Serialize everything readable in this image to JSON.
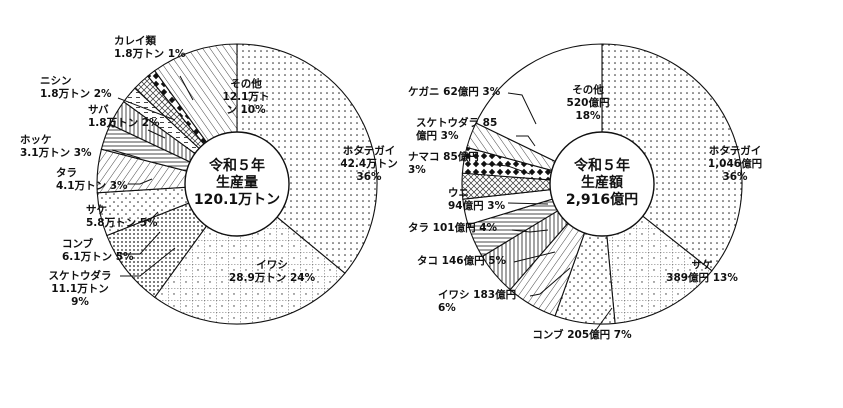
{
  "chart_data": [
    {
      "type": "pie",
      "center_label": [
        "令和５年",
        "生産量",
        "120.1万トン"
      ],
      "slices": [
        {
          "name": "ホタテガイ",
          "value": 36,
          "label": [
            "ホタテガイ",
            "42.4万トン",
            "36%"
          ],
          "pattern": "dots"
        },
        {
          "name": "イワシ",
          "value": 24,
          "label": [
            "イワシ",
            "28.9万トン 24%"
          ],
          "pattern": "grid"
        },
        {
          "name": "スケトウダラ",
          "value": 9,
          "label": [
            "スケトウダラ",
            "11.1万トン",
            "9%"
          ],
          "pattern": "dense-dots"
        },
        {
          "name": "コンブ",
          "value": 5,
          "label": [
            "コンブ",
            "6.1万トン 5%"
          ],
          "pattern": "sparse-dots"
        },
        {
          "name": "サケ",
          "value": 5,
          "label": [
            "サケ",
            "5.8万トン 5%"
          ],
          "pattern": "diag"
        },
        {
          "name": "タラ",
          "value": 3,
          "label": [
            "タラ",
            "4.1万トン 3%"
          ],
          "pattern": "hlines"
        },
        {
          "name": "ホッケ",
          "value": 3,
          "label": [
            "ホッケ",
            "3.1万トン 3%"
          ],
          "pattern": "vlines"
        },
        {
          "name": "サバ",
          "value": 2,
          "label": [
            "サバ",
            "1.8万トン 2%"
          ],
          "pattern": "dashes"
        },
        {
          "name": "ニシン",
          "value": 2,
          "label": [
            "ニシン",
            "1.8万トン 2%"
          ],
          "pattern": "crosshatch"
        },
        {
          "name": "カレイ類",
          "value": 1,
          "label": [
            "カレイ類",
            "1.8万トン 1%"
          ],
          "pattern": "diamonds"
        },
        {
          "name": "その他",
          "value": 10,
          "label": [
            "その他",
            "12.1万ト",
            "ン 10%"
          ],
          "pattern": "vdiag"
        }
      ]
    },
    {
      "type": "pie",
      "center_label": [
        "令和５年",
        "生産額",
        "2,916億円"
      ],
      "slices": [
        {
          "name": "ホタテガイ",
          "value": 36,
          "label": [
            "ホタテガイ",
            "1,046億円",
            "36%"
          ],
          "pattern": "dots"
        },
        {
          "name": "サケ",
          "value": 13,
          "label": [
            "サケ",
            "389億円 13%"
          ],
          "pattern": "grid"
        },
        {
          "name": "コンブ",
          "value": 7,
          "label": [
            "コンブ 205億円 7%"
          ],
          "pattern": "sparse-dots"
        },
        {
          "name": "イワシ",
          "value": 6,
          "label": [
            "イワシ 183億円",
            "6%"
          ],
          "pattern": "diag"
        },
        {
          "name": "タコ",
          "value": 5,
          "label": [
            "タコ 146億円 5%"
          ],
          "pattern": "vlines"
        },
        {
          "name": "タラ",
          "value": 4,
          "label": [
            "タラ 101億円 4%"
          ],
          "pattern": "hlines"
        },
        {
          "name": "ウニ",
          "value": 3,
          "label": [
            "ウニ",
            "94億円 3%"
          ],
          "pattern": "white"
        },
        {
          "name": "ナマコ",
          "value": 3,
          "label": [
            "ナマコ 85億円",
            "3%"
          ],
          "pattern": "crosshatch"
        },
        {
          "name": "スケトウダラ",
          "value": 3,
          "label": [
            "スケトウダラ 85",
            "億円 3%"
          ],
          "pattern": "diamonds"
        },
        {
          "name": "ケガニ",
          "value": 3,
          "label": [
            "ケガニ 62億円 3%"
          ],
          "pattern": "vdiag"
        },
        {
          "name": "その他",
          "value": 18,
          "label": [
            "その他",
            "520億円",
            "18%"
          ],
          "pattern": "white"
        }
      ]
    }
  ]
}
